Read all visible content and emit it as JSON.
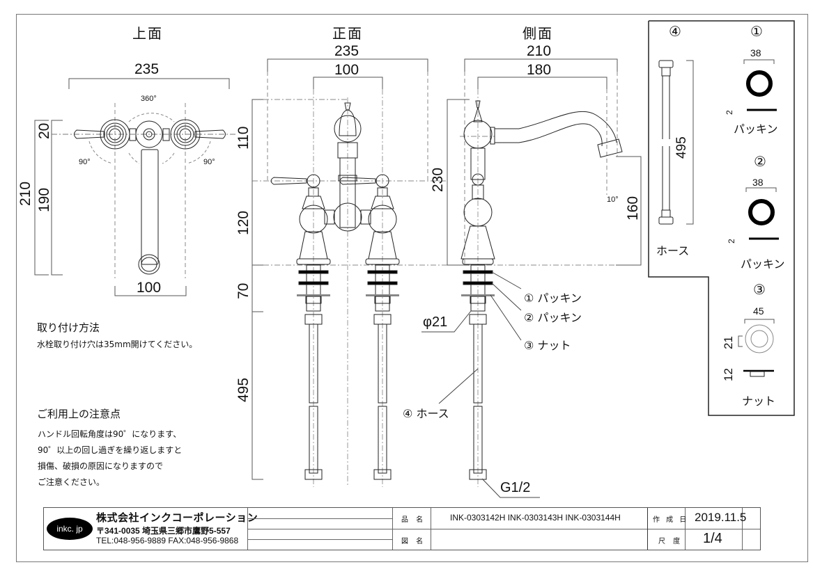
{
  "views": {
    "top": {
      "title": "上面",
      "dims": {
        "width_total": "235",
        "spacing": "100",
        "depth_total": "210",
        "depth_upper": "20",
        "depth_lower": "190"
      },
      "angles": {
        "spout_rotation": "360°",
        "left_handle": "90°",
        "right_handle": "90°"
      }
    },
    "front": {
      "title": "正面",
      "dims": {
        "width_total": "235",
        "spacing": "100",
        "upper_height": "110",
        "lower_height": "120",
        "shank": "70",
        "hose": "495",
        "total_height": "230"
      }
    },
    "side": {
      "title": "側面",
      "dims": {
        "reach_total": "210",
        "reach_spout": "180",
        "total_height": "230",
        "spout_height": "160",
        "angle": "10°"
      },
      "callouts": [
        {
          "num": "①",
          "text": "パッキン"
        },
        {
          "num": "②",
          "text": "パッキン"
        },
        {
          "num": "③",
          "text": "ナット"
        },
        {
          "num": "④",
          "text": "ホース"
        }
      ],
      "thread_dia": "φ21",
      "connection": "G1/2"
    }
  },
  "parts": {
    "hose": {
      "num": "④",
      "length": "495",
      "name": "ホース"
    },
    "packing1": {
      "num": "①",
      "dia": "38",
      "thick": "2",
      "name": "パッキン"
    },
    "packing2": {
      "num": "②",
      "dia": "38",
      "thick": "2",
      "name": "パッキン"
    },
    "nut": {
      "num": "③",
      "dia": "45",
      "inner": "21",
      "thick": "12",
      "name": "ナット"
    }
  },
  "notes": {
    "install_heading": "取り付け方法",
    "install_text": "水栓取り付け穴は35mm開けてください。",
    "caution_heading": "ご利用上の注意点",
    "caution_lines": [
      "ハンドル回転角度は90゜になります、",
      "90゜以上の回し過ぎを繰り返しますと",
      "損傷、破損の原因になりますので",
      "ご注意ください。"
    ]
  },
  "title_block": {
    "logo": "inkc. jp",
    "company": "株式会社インクコーポレーション",
    "address": "〒341-0035 埼玉県三郷市鷹野5-557",
    "contact": "TEL:048-956-9889  FAX:048-956-9868",
    "product_label": "品 名",
    "product_value": "INK-0303142H  INK-0303143H INK-0303144H",
    "drawing_label": "図 名",
    "drawing_value": "",
    "date_label": "作 成 日",
    "date_value": "2019.11.5",
    "scale_label": "尺 度",
    "scale_value": "1/4"
  }
}
